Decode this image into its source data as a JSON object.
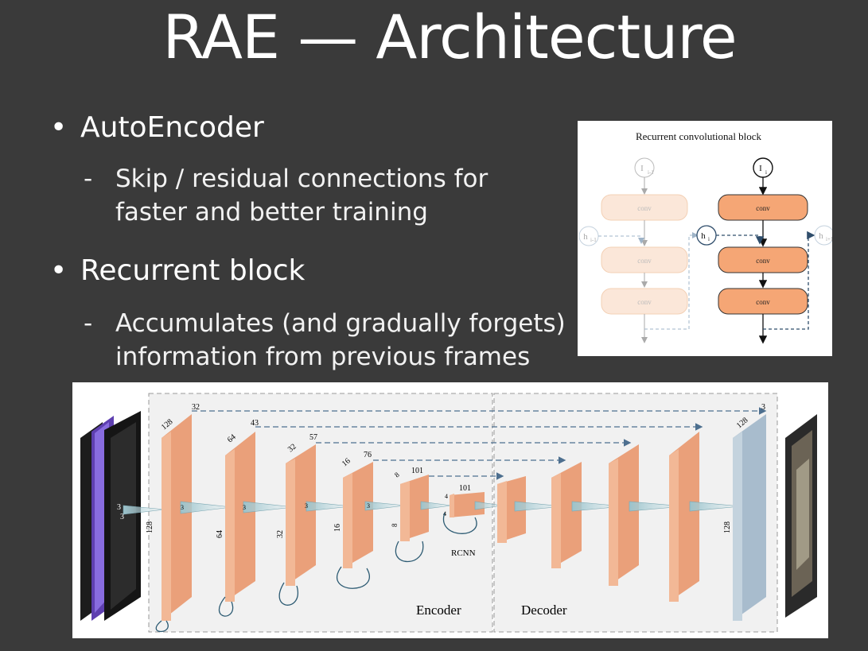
{
  "slide": {
    "title": "RAE — Architecture",
    "bullets": [
      {
        "label": "AutoEncoder",
        "sub_lines": [
          "Skip / residual connections for",
          "faster and better training"
        ]
      },
      {
        "label": "Recurrent block",
        "sub_lines": [
          "Accumulates (and gradually forgets)",
          "information from previous frames"
        ]
      }
    ]
  },
  "recurrent_block_figure": {
    "title": "Recurrent convolutional block",
    "input_prev": "I",
    "input_prev_sub": "i-1",
    "input_cur": "I",
    "input_cur_sub": "i",
    "hidden_prev": "h",
    "hidden_prev_sub": "i-1",
    "hidden_cur": "h",
    "hidden_cur_sub": "i",
    "hidden_next": "h",
    "hidden_next_sub": "i+1",
    "conv_label": "conv"
  },
  "network_figure": {
    "encoder_label": "Encoder",
    "decoder_label": "Decoder",
    "rcnn_label": "RCNN",
    "kernel_label": "3",
    "layers": [
      {
        "width": "32",
        "depth": "128",
        "height": "128"
      },
      {
        "width": "43",
        "depth": "64",
        "height": "64"
      },
      {
        "width": "57",
        "depth": "32",
        "height": "32"
      },
      {
        "width": "76",
        "depth": "16",
        "height": "16"
      },
      {
        "width": "101",
        "depth": "8",
        "height": "8"
      },
      {
        "width": "101",
        "depth": "4",
        "height": "4"
      }
    ],
    "output": {
      "width": "3",
      "depth": "128",
      "height": "128"
    }
  }
}
